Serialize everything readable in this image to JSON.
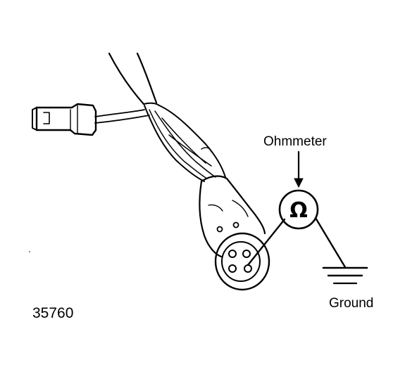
{
  "labels": {
    "meter": "Ohmmeter",
    "ground": "Ground",
    "figure_number": "35760",
    "meter_symbol": "Ω"
  },
  "colors": {
    "ink": "#000000",
    "paper": "#ffffff"
  },
  "icons": {
    "meter": "ohmmeter-icon",
    "ground": "ground-symbol-icon",
    "connector": "round-connector-icon",
    "plug": "small-plug-icon"
  }
}
